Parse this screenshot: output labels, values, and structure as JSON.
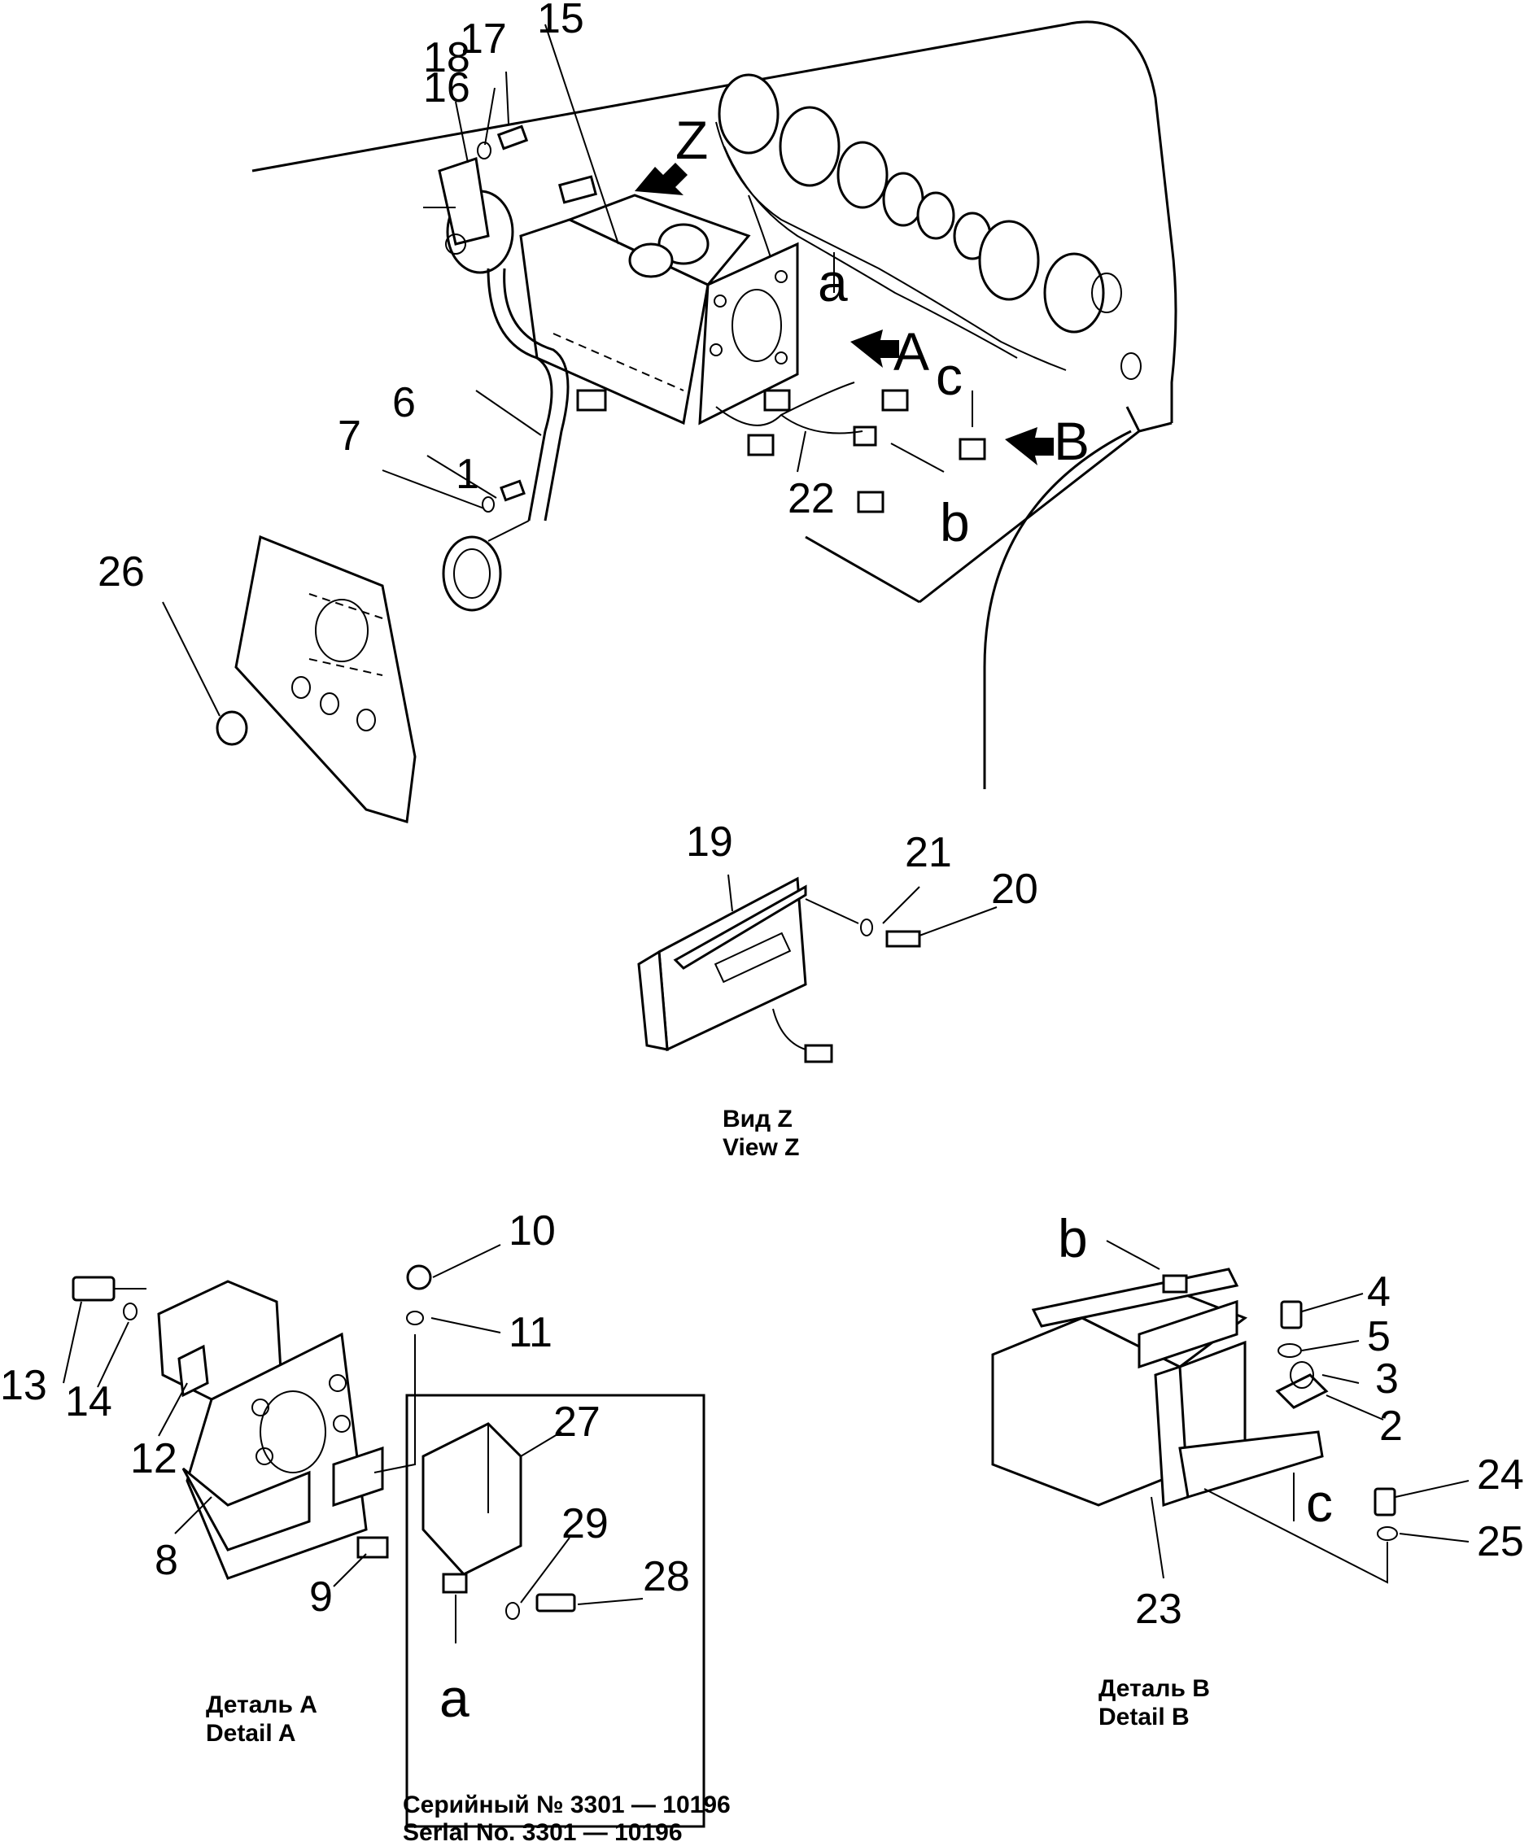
{
  "callouts": [
    "1",
    "2",
    "3",
    "4",
    "5",
    "6",
    "7",
    "8",
    "9",
    "10",
    "11",
    "12",
    "13",
    "14",
    "15",
    "16",
    "17",
    "18",
    "19",
    "20",
    "21",
    "22",
    "23",
    "24",
    "25",
    "26",
    "27",
    "28",
    "29"
  ],
  "view_letters": {
    "z": "Z",
    "a_upper": "A",
    "b_upper": "B",
    "a_lower": "a",
    "b_lower": "b",
    "c_lower": "c"
  },
  "captions": {
    "view_z_ru": "Вид Z",
    "view_z_en": "View Z",
    "detail_a_ru": "Деталь А",
    "detail_a_en": "Detail A",
    "detail_b_ru": "Деталь B",
    "detail_b_en": "Detail B",
    "serial_ru": "Серийный № 3301 — 10196",
    "serial_en": "Serial No. 3301 —  10196"
  }
}
